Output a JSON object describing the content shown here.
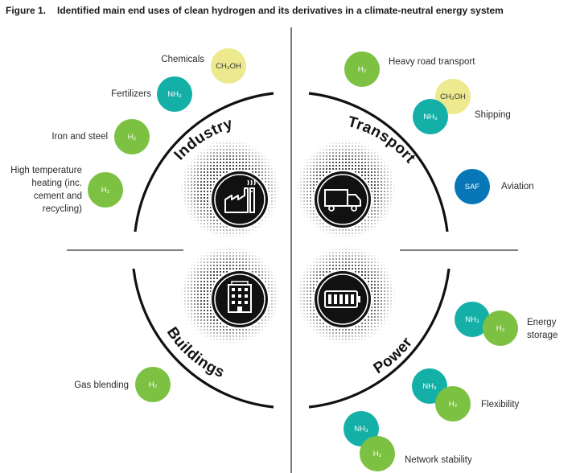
{
  "title": {
    "figure": "Figure 1.",
    "text": "Identified main end uses of clean hydrogen and its derivatives in a climate-neutral energy system"
  },
  "colors": {
    "h2": "#7dc142",
    "nh3": "#14b0a8",
    "ch3oh": "#ece98e",
    "saf": "#0777b8",
    "dark": "#111111"
  },
  "sectors": {
    "industry": "Industry",
    "transport": "Transport",
    "buildings": "Buildings",
    "power": "Power"
  },
  "uses": {
    "chemicals": "Chemicals",
    "fertilizers": "Fertilizers",
    "iron_steel": "Iron and steel",
    "high_temp": "High temperature heating (inc. cement and recycling)",
    "heavy_road": "Heavy road transport",
    "shipping": "Shipping",
    "aviation": "Aviation",
    "gas_blending": "Gas blending",
    "energy_storage": "Energy storage",
    "flexibility": "Flexibility",
    "network_stability": "Network stability"
  },
  "carriers": {
    "h2": "H₂",
    "nh3": "NH₃",
    "ch3oh": "CH₃OH",
    "saf": "SAF"
  }
}
